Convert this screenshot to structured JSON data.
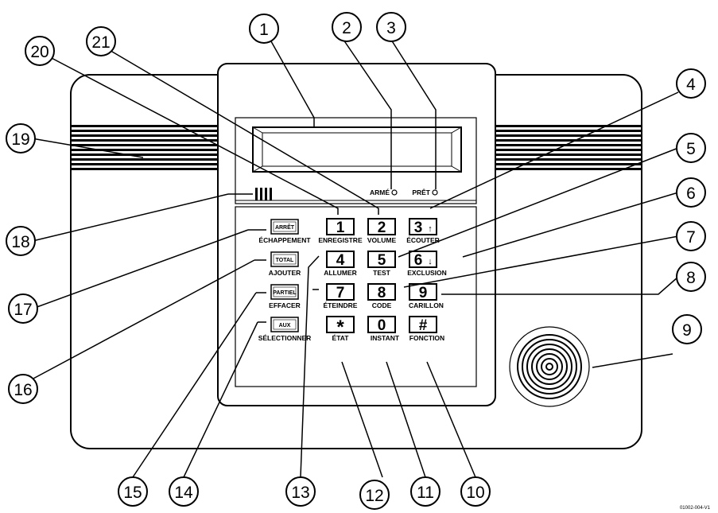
{
  "indicators": {
    "arme": "ARMÉ",
    "pret": "PRÊT"
  },
  "keys": [
    {
      "main": "1",
      "sub": "ENREGISTRE"
    },
    {
      "main": "2",
      "sub": "VOLUME"
    },
    {
      "main": "3",
      "arrow": "↑",
      "sub": "ÉCOUTER"
    },
    {
      "main": "4",
      "sub": "ALLUMER"
    },
    {
      "main": "5",
      "sub": "TEST"
    },
    {
      "main": "6",
      "arrow": "↓",
      "sub": "EXCLUSION"
    },
    {
      "main": "7",
      "sub": "ÉTEINDRE"
    },
    {
      "main": "8",
      "sub": "CODE"
    },
    {
      "main": "9",
      "sub": "CARILLON"
    },
    {
      "main": "*",
      "sub": "ÉTAT"
    },
    {
      "main": "0",
      "sub": "INSTANT"
    },
    {
      "main": "#",
      "sub": "FONCTION"
    }
  ],
  "function_keys": [
    {
      "label": "ARRÊT",
      "sub": "ÉCHAPPEMENT"
    },
    {
      "label": "TOTAL",
      "sub": "AJOUTER"
    },
    {
      "label": "PARTIEL",
      "sub": "EFFACER"
    },
    {
      "label": "AUX",
      "sub": "SÉLECTIONNER"
    }
  ],
  "callouts": [
    "1",
    "2",
    "3",
    "4",
    "5",
    "6",
    "7",
    "8",
    "9",
    "10",
    "11",
    "12",
    "13",
    "14",
    "15",
    "16",
    "17",
    "18",
    "19",
    "20",
    "21"
  ],
  "figure_id": "01002-004-V1"
}
